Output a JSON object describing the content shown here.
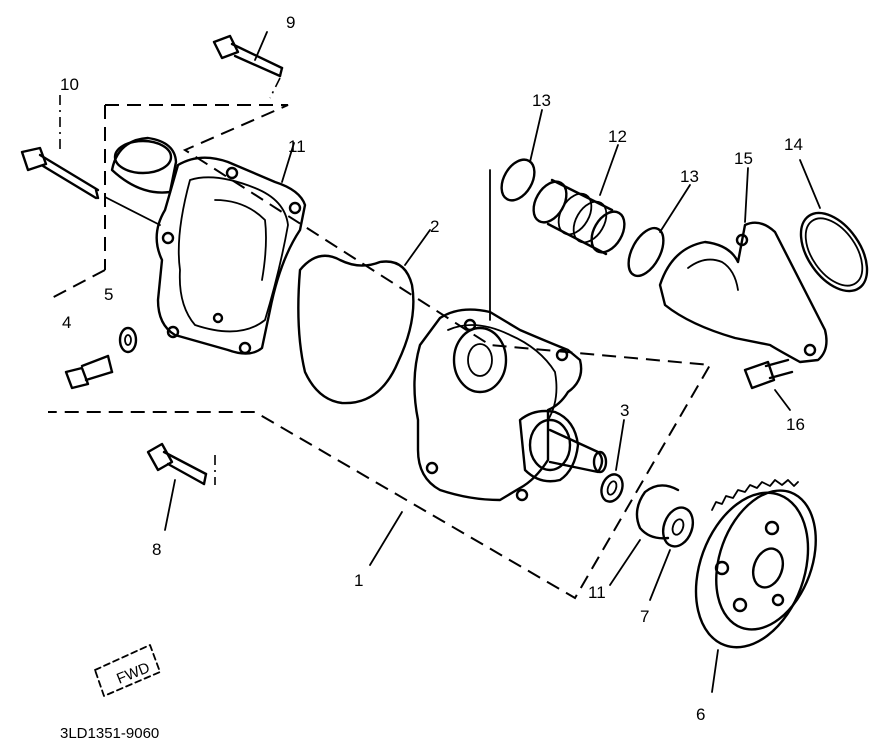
{
  "callouts": {
    "c1": "1",
    "c2": "2",
    "c3": "3",
    "c4": "4",
    "c5": "5",
    "c6": "6",
    "c7": "7",
    "c8": "8",
    "c9": "9",
    "c10": "10",
    "c11a": "11",
    "c11b": "11",
    "c12": "12",
    "c13a": "13",
    "c13b": "13",
    "c14": "14",
    "c15": "15",
    "c16": "16"
  },
  "fwd_label": "FWD",
  "reference_code": "3LD1351-9060"
}
